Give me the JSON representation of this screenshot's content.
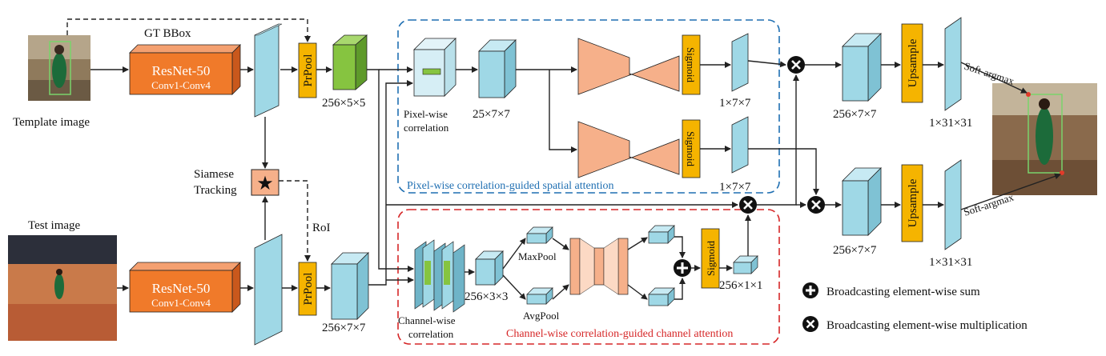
{
  "inputs": {
    "template_label": "Template image",
    "test_label": "Test image",
    "gt_bbox_label": "GT BBox",
    "roi_label": "RoI"
  },
  "backbone": {
    "name": "ResNet-50",
    "sub": "Conv1-Conv4"
  },
  "pool": {
    "label": "PrPool"
  },
  "siamese": {
    "line1": "Siamese",
    "line2": "Tracking"
  },
  "dims": {
    "template_feat": "256×5×5",
    "test_feat": "256×7×7",
    "pixel_corr": "25×7×7",
    "attn_map_1": "1×7×7",
    "attn_map_2": "1×7×7",
    "chan_corr": "256×3×3",
    "chan_attn": "256×1×1",
    "out_feat_1": "256×7×7",
    "out_feat_2": "256×7×7",
    "heatmap_1": "1×31×31",
    "heatmap_2": "1×31×31"
  },
  "ops": {
    "pixel_corr_line1": "Pixel-wise",
    "pixel_corr_line2": "correlation",
    "chan_corr_line1": "Channel-wise",
    "chan_corr_line2": "correlation",
    "maxpool": "MaxPool",
    "avgpool": "AvgPool",
    "sigmoid": "Sigmoid",
    "upsample": "Upsample",
    "soft_argmax": "Soft-argmax"
  },
  "modules": {
    "spatial_attention": "Pixel-wise correlation-guided spatial attention",
    "channel_attention": "Channel-wise correlation-guided channel attention"
  },
  "legend": {
    "sum": "Broadcasting element-wise sum",
    "mult": "Broadcasting element-wise multiplication"
  },
  "colors": {
    "resnet": "#f07a2a",
    "prpool": "#f5b400",
    "feature": "#9fd8e6",
    "template_feature": "#86c440",
    "encoder": "#f6b08a",
    "spatial_border": "#1f6fb2",
    "channel_border": "#d62728"
  }
}
